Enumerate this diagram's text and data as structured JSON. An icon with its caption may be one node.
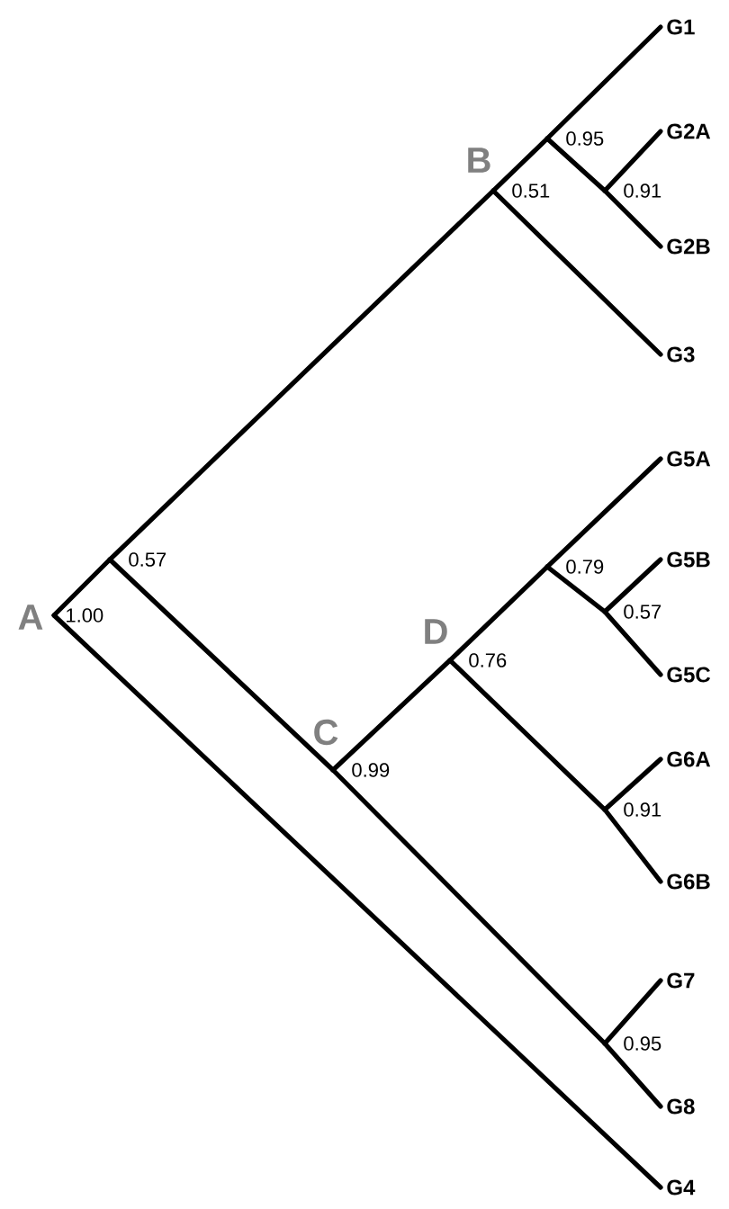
{
  "diagram": {
    "nodes": [
      {
        "text": [
          "1.00"
        ],
        "beside": [
          "A"
        ]
      },
      {
        "text": [
          "0.57"
        ]
      },
      {
        "text": [
          "0.51"
        ],
        "beside": [
          "B"
        ]
      },
      {
        "text": [
          "0.95"
        ]
      },
      {
        "text": [
          "G1"
        ]
      },
      {
        "text": [
          "0.91"
        ]
      },
      {
        "text": [
          "G2A"
        ]
      },
      {
        "text": [
          "G2B"
        ]
      },
      {
        "text": [
          "G3"
        ]
      },
      {
        "text": [
          "0.99"
        ],
        "beside": [
          "C"
        ]
      },
      {
        "text": [
          "0.76"
        ],
        "beside": [
          "D"
        ]
      },
      {
        "text": [
          "0.79"
        ]
      },
      {
        "text": [
          "G5A"
        ]
      },
      {
        "text": [
          "0.57"
        ]
      },
      {
        "text": [
          "G5B"
        ]
      },
      {
        "text": [
          "G5C"
        ]
      },
      {
        "text": [
          "0.91"
        ]
      },
      {
        "text": [
          "G6A"
        ]
      },
      {
        "text": [
          "G6B"
        ]
      },
      {
        "text": [
          "0.95"
        ]
      },
      {
        "text": [
          "G7"
        ]
      },
      {
        "text": [
          "G8"
        ]
      },
      {
        "text": [
          "G4"
        ]
      }
    ],
    "edges": [
      {
        "from": 0,
        "to": 1,
        "arrow": "none"
      },
      {
        "from": 0,
        "to": 22,
        "arrow": "none"
      },
      {
        "from": 1,
        "to": 2,
        "arrow": "none"
      },
      {
        "from": 1,
        "to": 9,
        "arrow": "none"
      },
      {
        "from": 2,
        "to": 3,
        "arrow": "none"
      },
      {
        "from": 2,
        "to": 8,
        "arrow": "none"
      },
      {
        "from": 3,
        "to": 4,
        "arrow": "none"
      },
      {
        "from": 3,
        "to": 5,
        "arrow": "none"
      },
      {
        "from": 5,
        "to": 6,
        "arrow": "none"
      },
      {
        "from": 5,
        "to": 7,
        "arrow": "none"
      },
      {
        "from": 9,
        "to": 10,
        "arrow": "none"
      },
      {
        "from": 9,
        "to": 19,
        "arrow": "none"
      },
      {
        "from": 10,
        "to": 11,
        "arrow": "none"
      },
      {
        "from": 10,
        "to": 16,
        "arrow": "none"
      },
      {
        "from": 11,
        "to": 12,
        "arrow": "none"
      },
      {
        "from": 11,
        "to": 13,
        "arrow": "none"
      },
      {
        "from": 13,
        "to": 14,
        "arrow": "none"
      },
      {
        "from": 13,
        "to": 15,
        "arrow": "none"
      },
      {
        "from": 16,
        "to": 17,
        "arrow": "none"
      },
      {
        "from": 16,
        "to": 18,
        "arrow": "none"
      },
      {
        "from": 19,
        "to": 20,
        "arrow": "none"
      },
      {
        "from": 19,
        "to": 21,
        "arrow": "none"
      }
    ]
  }
}
